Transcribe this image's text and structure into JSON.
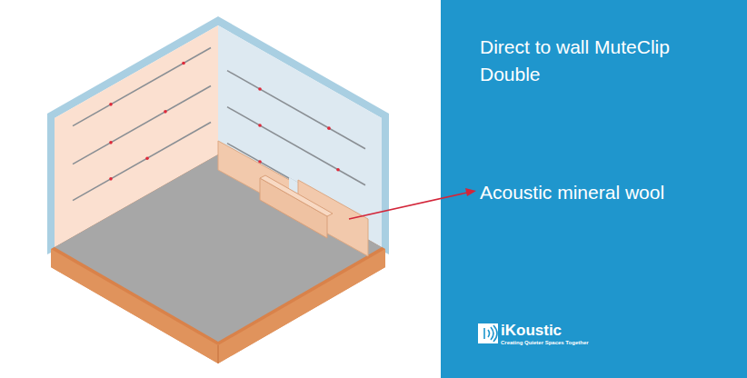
{
  "diagram": {
    "title": "Direct to wall MuteClip Double",
    "labels": [
      "Acoustic mineral wool",
      "iKoustic",
      "Creating Quieter Spaces Together"
    ]
  }
}
